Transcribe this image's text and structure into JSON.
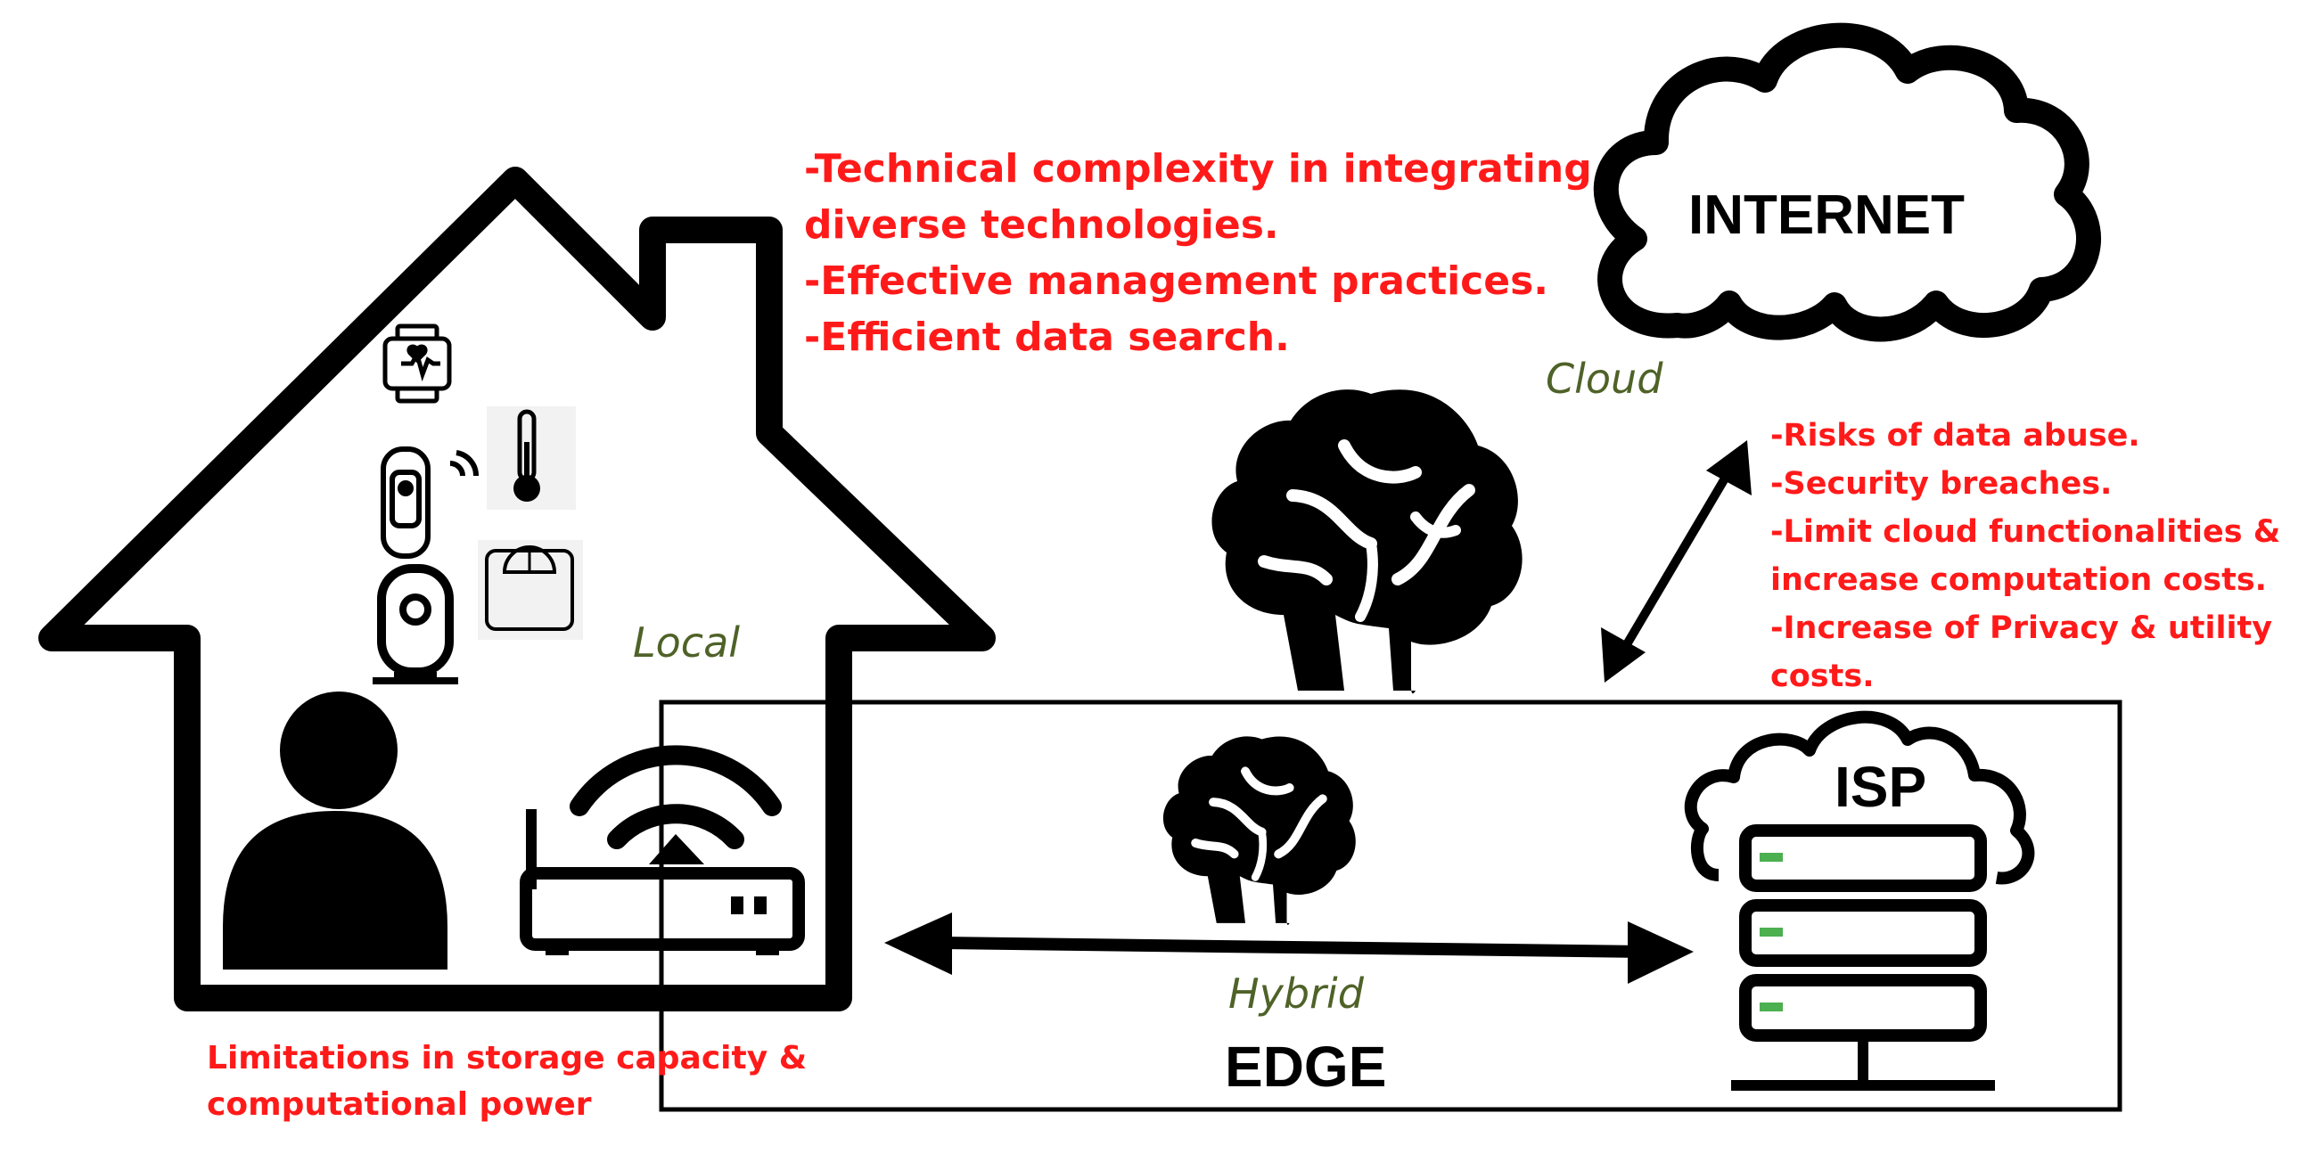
{
  "notes": {
    "top": [
      "-Technical complexity in integrating",
      "diverse technologies.",
      "-Effective management practices.",
      "-Efficient data search."
    ],
    "cloud_risks": [
      "-Risks of data abuse.",
      "-Security breaches.",
      "-Limit cloud functionalities &",
      "increase computation costs.",
      "-Increase of Privacy & utility",
      "costs."
    ],
    "local_limits": [
      "Limitations in storage capacity &",
      "computational power"
    ]
  },
  "labels": {
    "internet": "INTERNET",
    "cloud": "Cloud",
    "local": "Local",
    "hybrid": "Hybrid",
    "edge": "EDGE",
    "isp": "ISP"
  },
  "icons": [
    "smartwatch-heart-icon",
    "thermometer-icon",
    "fitness-band-icon",
    "bathroom-scale-icon",
    "security-camera-icon",
    "person-icon",
    "wifi-router-icon",
    "brain-icon",
    "cloud-server-icon"
  ],
  "colors": {
    "note_red": "#ff1a1a",
    "label_green": "#4f6228",
    "outline": "#000000",
    "server_led": "#4caf50"
  }
}
